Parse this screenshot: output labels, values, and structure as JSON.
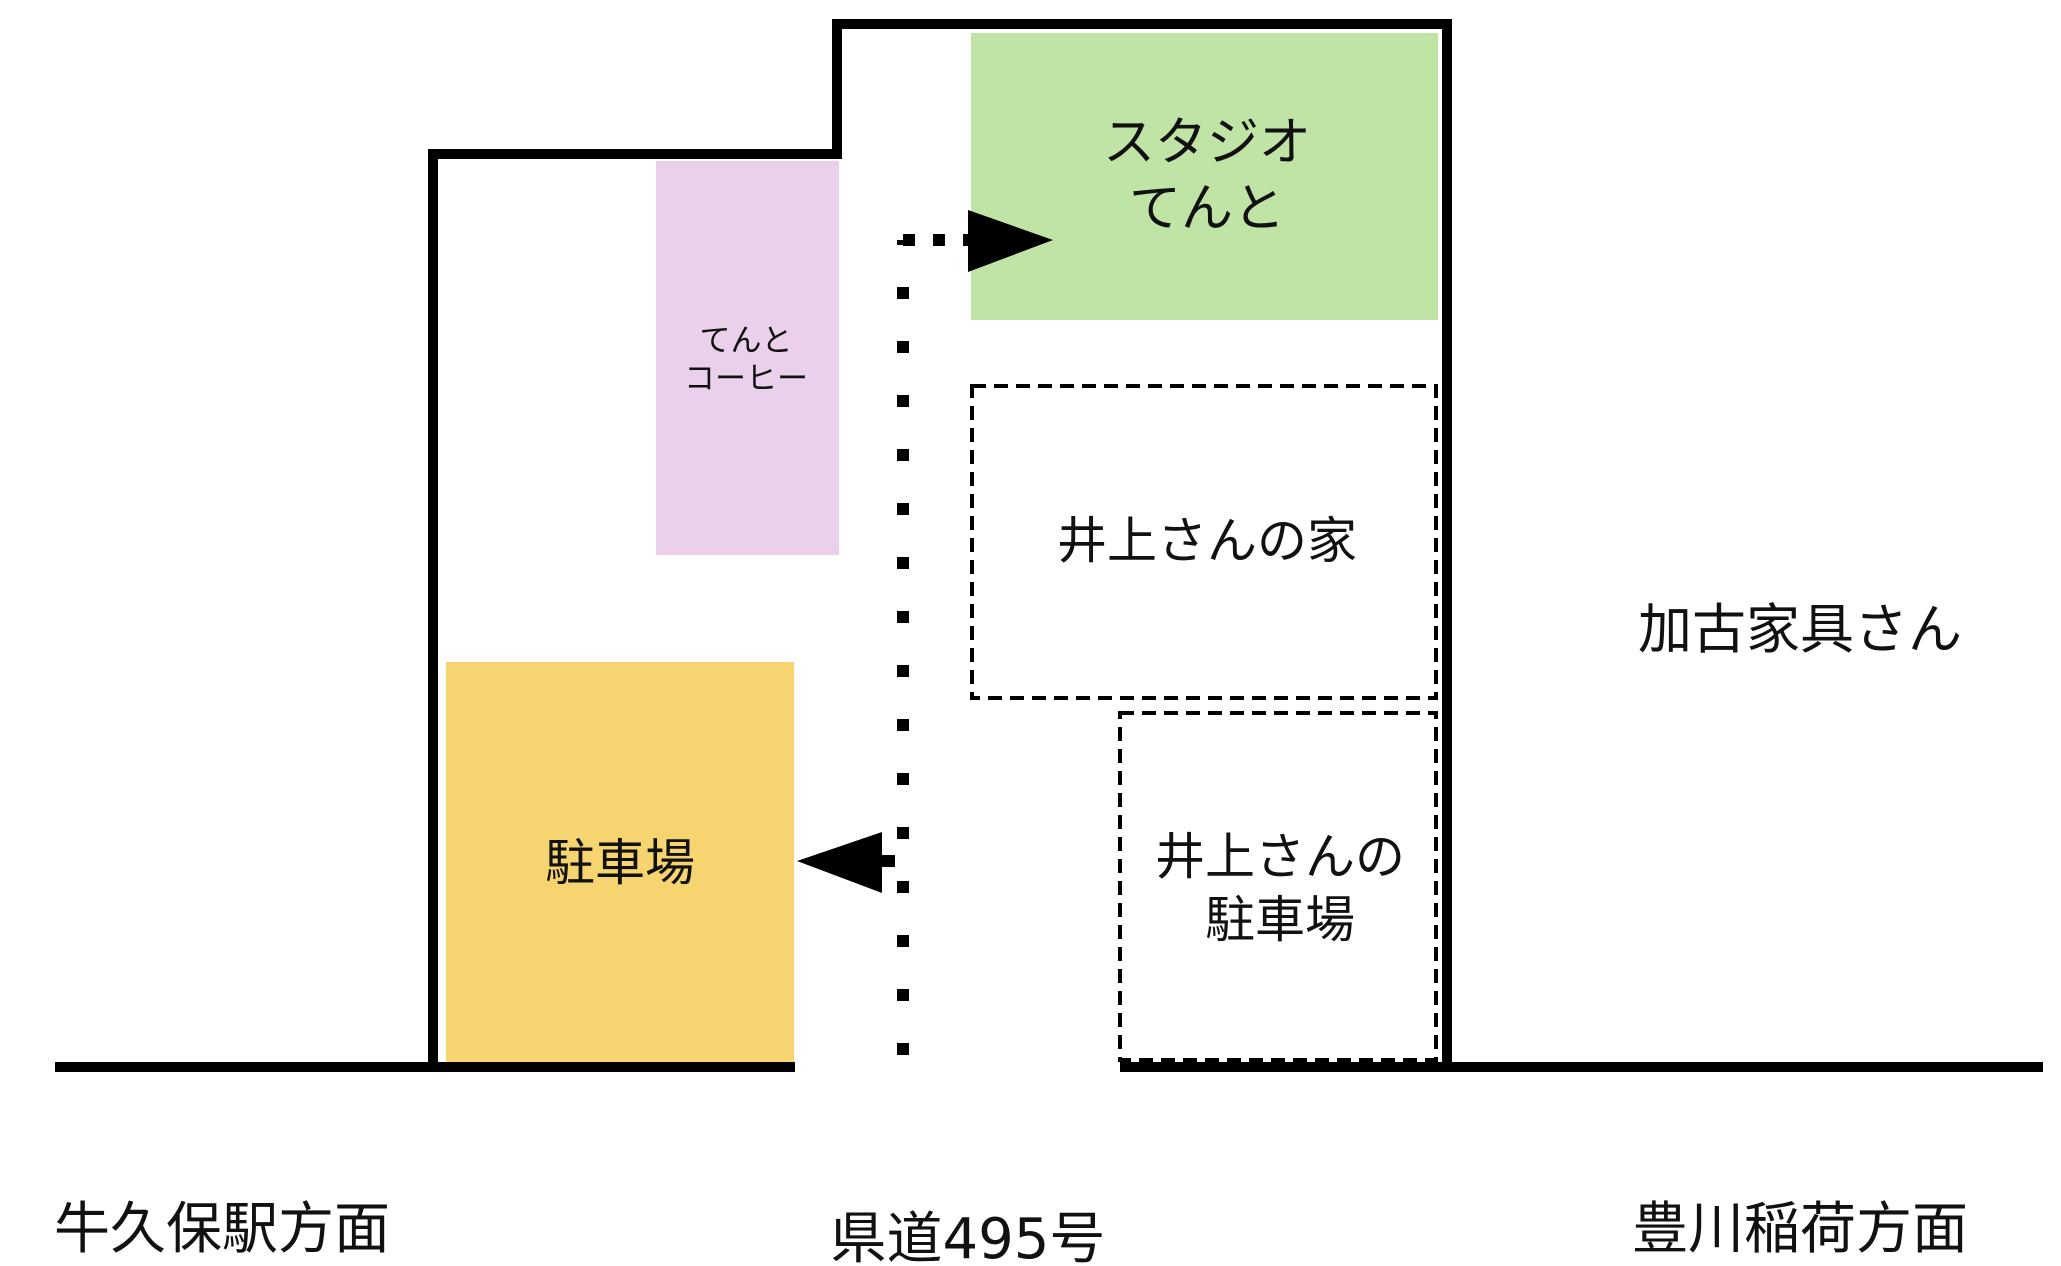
{
  "colors": {
    "studio": "#bfe4a6",
    "coffee": "#ead0ea",
    "parking": "#f6d46f",
    "outline": "#000000",
    "background": "#ffffff",
    "text": "#111111"
  },
  "buildings": {
    "studio": {
      "line1": "スタジオ",
      "line2": "てんと"
    },
    "coffee": {
      "line1": "てんと",
      "line2": "コーヒー"
    },
    "inoue_house": {
      "label": "井上さんの家"
    },
    "parking": {
      "label": "駐車場"
    },
    "inoue_parking": {
      "line1": "井上さんの",
      "line2": "駐車場"
    }
  },
  "neighbors": {
    "kako": "加古家具さん"
  },
  "directions": {
    "left": "牛久保駅方面",
    "road": "県道495号",
    "right": "豊川稲荷方面"
  },
  "icons": {
    "route": "dotted-route-line",
    "arrow_to_studio": "arrow-right-icon",
    "arrow_to_parking": "arrow-left-icon"
  }
}
